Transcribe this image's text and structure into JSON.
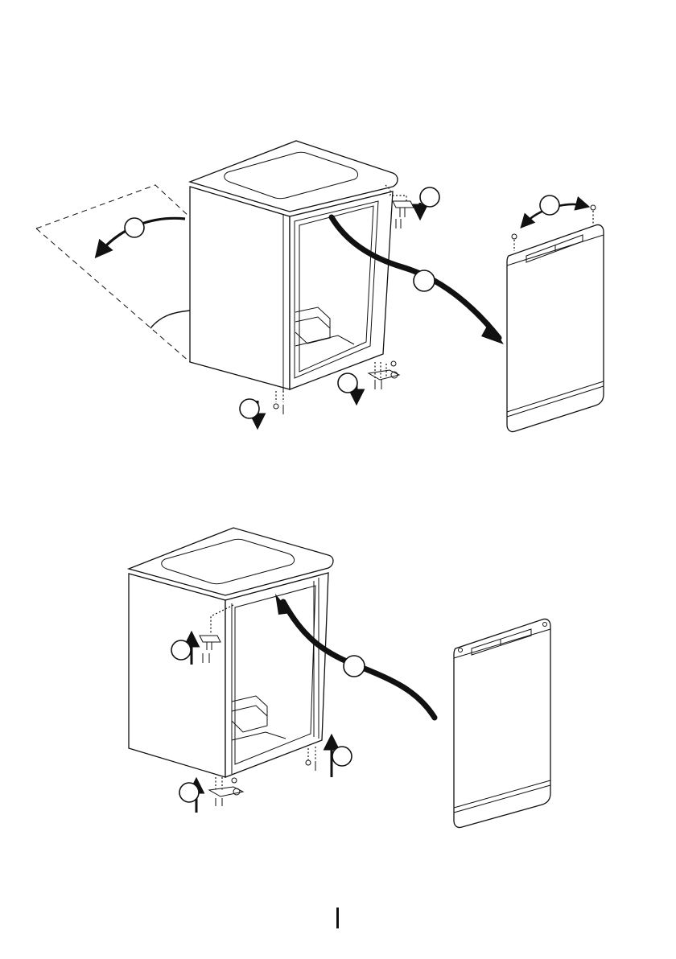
{
  "figure": {
    "kind": "door-reversal-instructions",
    "panels": [
      {
        "name": "removal-step",
        "parts": [
          "fridge-cabinet",
          "door",
          "top-hinge",
          "bottom-hinge",
          "foot",
          "hinge-pin"
        ],
        "step_markers": 6
      },
      {
        "name": "reinstall-step",
        "parts": [
          "fridge-cabinet",
          "door",
          "top-hinge",
          "bottom-hinge",
          "screws"
        ],
        "step_markers": 4
      }
    ]
  },
  "colors": {
    "ink": "#111111",
    "paper": "#ffffff"
  }
}
